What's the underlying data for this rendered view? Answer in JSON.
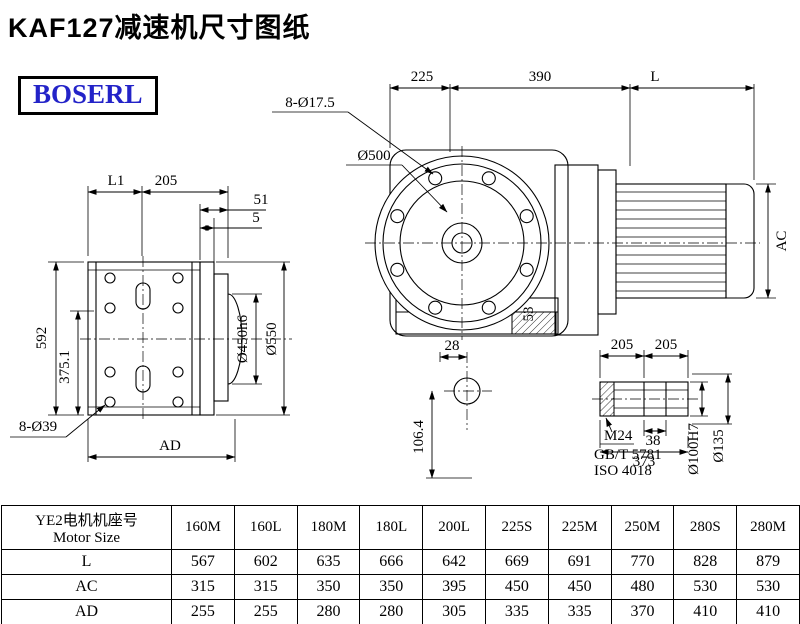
{
  "page": {
    "title": "KAF127减速机尺寸图纸",
    "logo": "BOSERL"
  },
  "dims": {
    "top_225": "225",
    "top_390": "390",
    "top_L": "L",
    "bolt_circle": "8-Ø17.5",
    "flange_dia": "Ø500",
    "motor_ac": "AC",
    "left_L1": "L1",
    "left_205": "205",
    "left_51": "51",
    "left_5": "5",
    "left_592": "592",
    "left_375": "375.1",
    "left_450": "Ø450h6",
    "left_550": "Ø550",
    "left_bolts": "8-Ø39",
    "left_AD": "AD",
    "center_53": "53",
    "sec_28": "28",
    "sec_106": "106.4",
    "shaft_205a": "205",
    "shaft_205b": "205",
    "shaft_38": "38",
    "shaft_373": "373",
    "shaft_100": "Ø100H7",
    "shaft_135": "Ø135",
    "shaft_m24": "M24",
    "shaft_gbt": "GB/T 5781",
    "shaft_iso": "ISO 4018"
  },
  "table": {
    "header_cn": "YE2电机机座号",
    "header_en": "Motor Size",
    "columns": [
      "160M",
      "160L",
      "180M",
      "180L",
      "200L",
      "225S",
      "225M",
      "250M",
      "280S",
      "280M"
    ],
    "rows": [
      {
        "label": "L",
        "values": [
          "567",
          "602",
          "635",
          "666",
          "642",
          "669",
          "691",
          "770",
          "828",
          "879"
        ]
      },
      {
        "label": "AC",
        "values": [
          "315",
          "315",
          "350",
          "350",
          "395",
          "450",
          "450",
          "480",
          "530",
          "530"
        ]
      },
      {
        "label": "AD",
        "values": [
          "255",
          "255",
          "280",
          "280",
          "305",
          "335",
          "335",
          "370",
          "410",
          "410"
        ]
      }
    ]
  }
}
